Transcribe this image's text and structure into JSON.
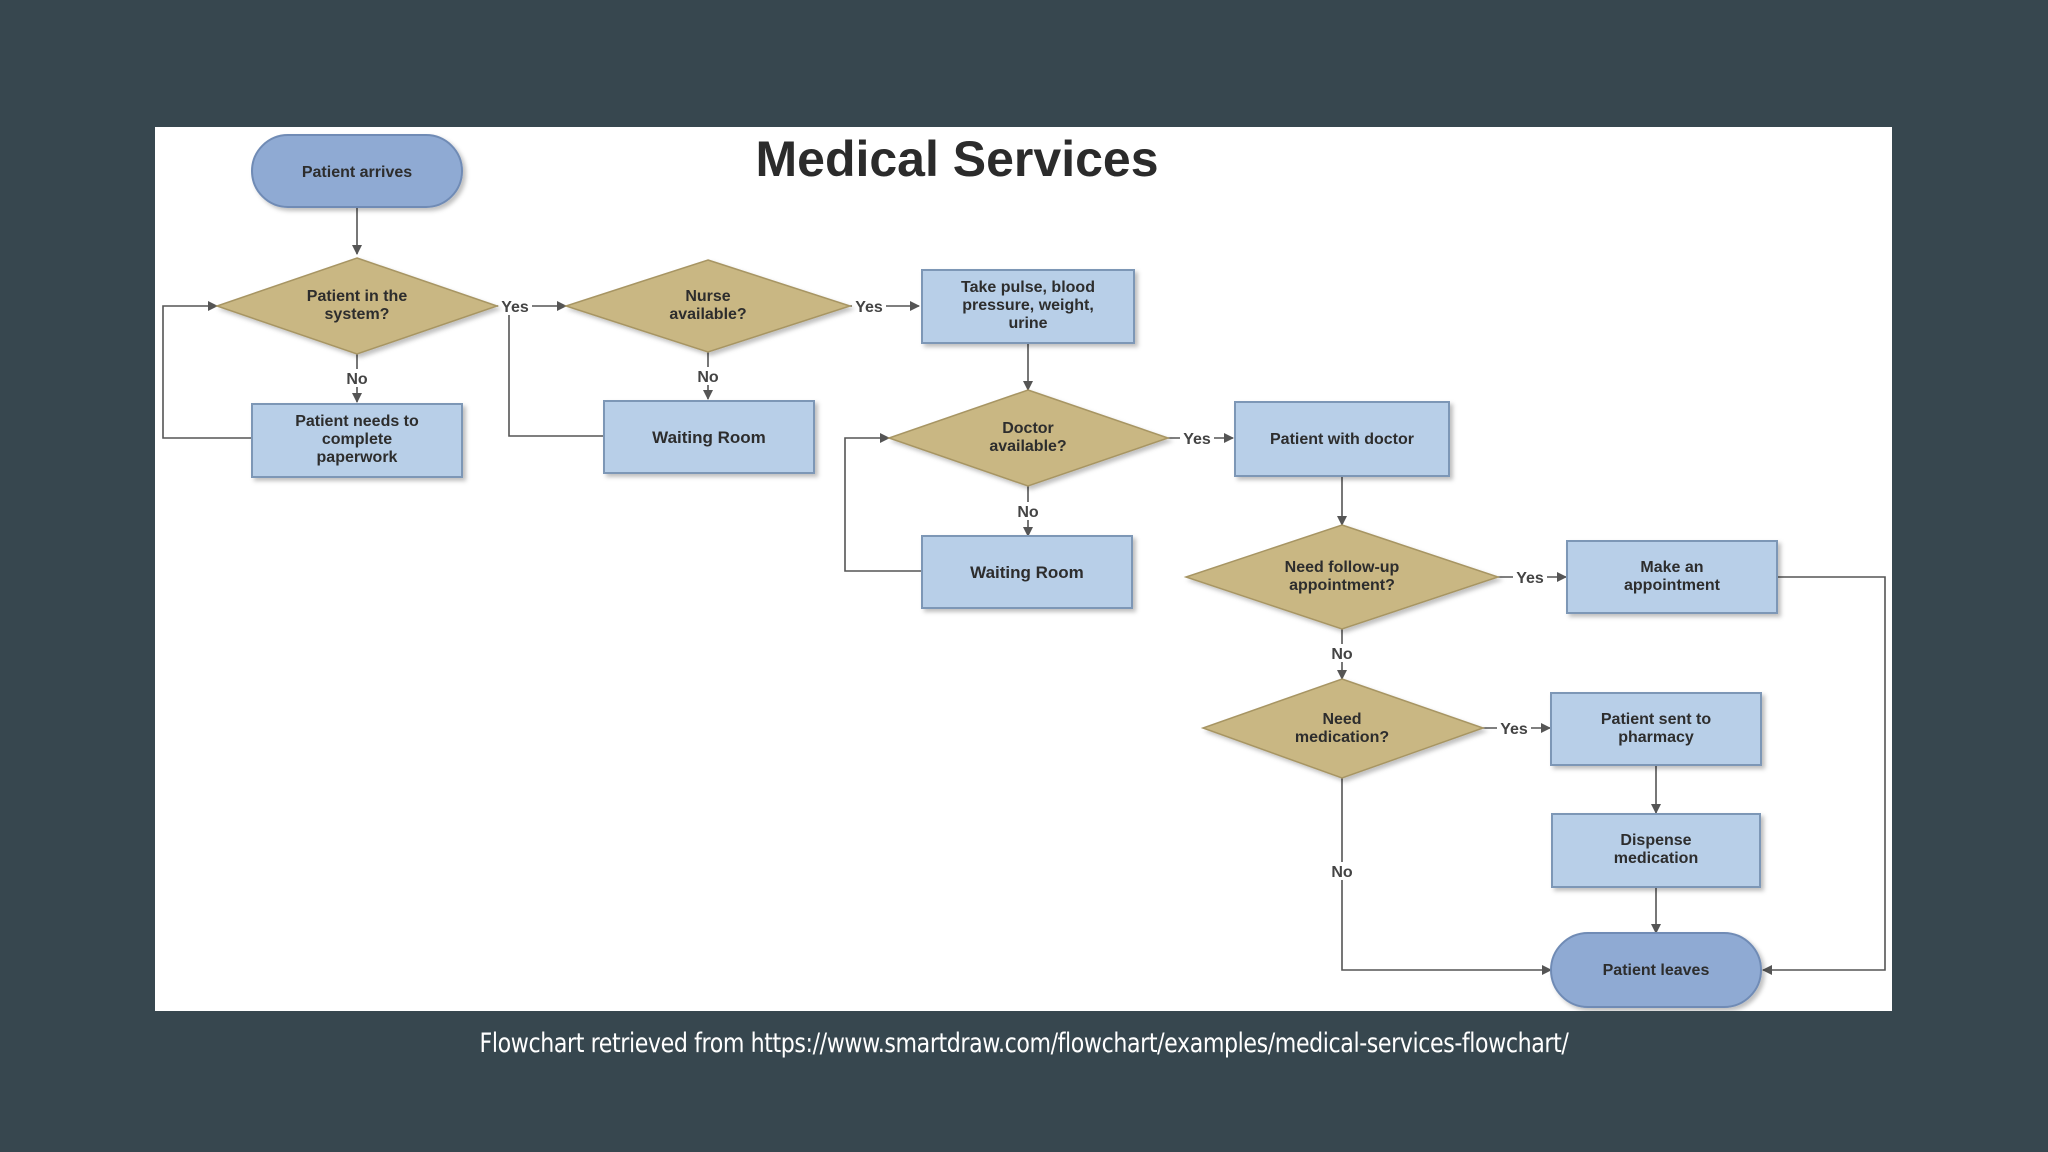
{
  "title": "Medical Services",
  "caption": "Flowchart retrieved from  https://www.smartdraw.com/flowchart/examples/medical-services-flowchart/",
  "colors": {
    "background": "#37474f",
    "panel": "#ffffff",
    "process_fill": "#b8cfe8",
    "process_stroke": "#7d97b6",
    "decision_fill": "#c9b783",
    "terminal_fill": "#8faad3",
    "line": "#555555"
  },
  "nodes": {
    "patient_arrives": "Patient arrives",
    "patient_in_system": [
      "Patient in the",
      "system?"
    ],
    "paperwork": [
      "Patient needs to",
      "complete",
      "paperwork"
    ],
    "nurse_available": [
      "Nurse",
      "available?"
    ],
    "waiting_room_1": "Waiting Room",
    "take_vitals": [
      "Take pulse, blood",
      "pressure, weight,",
      "urine"
    ],
    "doctor_available": [
      "Doctor",
      "available?"
    ],
    "waiting_room_2": "Waiting Room",
    "patient_with_doctor": "Patient with doctor",
    "need_followup": [
      "Need follow-up",
      "appointment?"
    ],
    "make_appointment": [
      "Make an",
      "appointment"
    ],
    "need_medication": [
      "Need",
      "medication?"
    ],
    "sent_to_pharmacy": [
      "Patient sent to",
      "pharmacy"
    ],
    "dispense_medication": [
      "Dispense",
      "medication"
    ],
    "patient_leaves": "Patient leaves"
  },
  "edge_labels": {
    "yes": "Yes",
    "no": "No"
  }
}
